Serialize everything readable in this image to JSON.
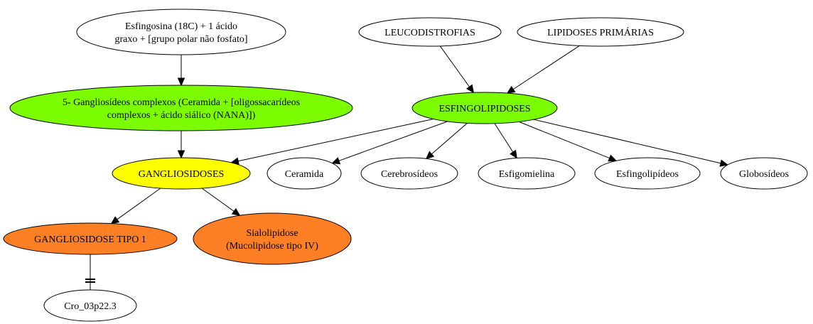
{
  "colors": {
    "default_fill": "#ffffff",
    "green": "#7cfc00",
    "yellow": "#ffff00",
    "orange": "#ff7f24"
  },
  "nodes": [
    {
      "id": "esfingosina",
      "lines": [
        "Esfingosina (18C) + 1  ácido",
        "graxo + [grupo polar não fosfato]"
      ],
      "fill": "default_fill"
    },
    {
      "id": "leucodistrofias",
      "lines": [
        "LEUCODISTROFIAS"
      ],
      "fill": "default_fill"
    },
    {
      "id": "lipidoses-primarias",
      "lines": [
        "LIPIDOSES PRIMÁRIAS"
      ],
      "fill": "default_fill"
    },
    {
      "id": "gangliosideos-complexos",
      "lines": [
        "5- Gangliosídeos complexos (Ceramida + [oligossacarídeos",
        "complexos + ácido siálico (NANA)])"
      ],
      "fill": "green"
    },
    {
      "id": "esfingolipidoses",
      "lines": [
        "ESFINGOLIPIDOSES"
      ],
      "fill": "green"
    },
    {
      "id": "gangliosidoses",
      "lines": [
        "GANGLIOSIDOSES"
      ],
      "fill": "yellow"
    },
    {
      "id": "ceramida",
      "lines": [
        "Ceramida"
      ],
      "fill": "default_fill"
    },
    {
      "id": "cerebrosideos",
      "lines": [
        "Cerebrosídeos"
      ],
      "fill": "default_fill"
    },
    {
      "id": "esfigomielina",
      "lines": [
        "Esfigomielina"
      ],
      "fill": "default_fill"
    },
    {
      "id": "esfingolipideos",
      "lines": [
        "Esfingolipídeos"
      ],
      "fill": "default_fill"
    },
    {
      "id": "globosideos",
      "lines": [
        "Globosídeos"
      ],
      "fill": "default_fill"
    },
    {
      "id": "gangliosidose-tipo-1",
      "lines": [
        "GANGLIOSIDOSE TIPO 1"
      ],
      "fill": "orange"
    },
    {
      "id": "sialolipidose",
      "lines": [
        "Sialolipidose",
        "(Mucolipidose tipo IV)"
      ],
      "fill": "orange"
    },
    {
      "id": "cro-03p22-3",
      "lines": [
        "Cro_03p22.3"
      ],
      "fill": "default_fill"
    }
  ],
  "edges": [
    {
      "from": "esfingosina",
      "to": "gangliosideos-complexos",
      "style": "arrow"
    },
    {
      "from": "leucodistrofias",
      "to": "esfingolipidoses",
      "style": "arrow"
    },
    {
      "from": "lipidoses-primarias",
      "to": "esfingolipidoses",
      "style": "arrow"
    },
    {
      "from": "gangliosideos-complexos",
      "to": "gangliosidoses",
      "style": "arrow"
    },
    {
      "from": "esfingolipidoses",
      "to": "gangliosidoses",
      "style": "arrow"
    },
    {
      "from": "esfingolipidoses",
      "to": "ceramida",
      "style": "arrow"
    },
    {
      "from": "esfingolipidoses",
      "to": "cerebrosideos",
      "style": "arrow"
    },
    {
      "from": "esfingolipidoses",
      "to": "esfigomielina",
      "style": "arrow"
    },
    {
      "from": "esfingolipidoses",
      "to": "esfingolipideos",
      "style": "arrow"
    },
    {
      "from": "esfingolipidoses",
      "to": "globosideos",
      "style": "arrow"
    },
    {
      "from": "gangliosidoses",
      "to": "gangliosidose-tipo-1",
      "style": "arrow"
    },
    {
      "from": "gangliosidoses",
      "to": "sialolipidose",
      "style": "arrow"
    },
    {
      "from": "gangliosidose-tipo-1",
      "to": "cro-03p22-3",
      "style": "tee"
    }
  ]
}
